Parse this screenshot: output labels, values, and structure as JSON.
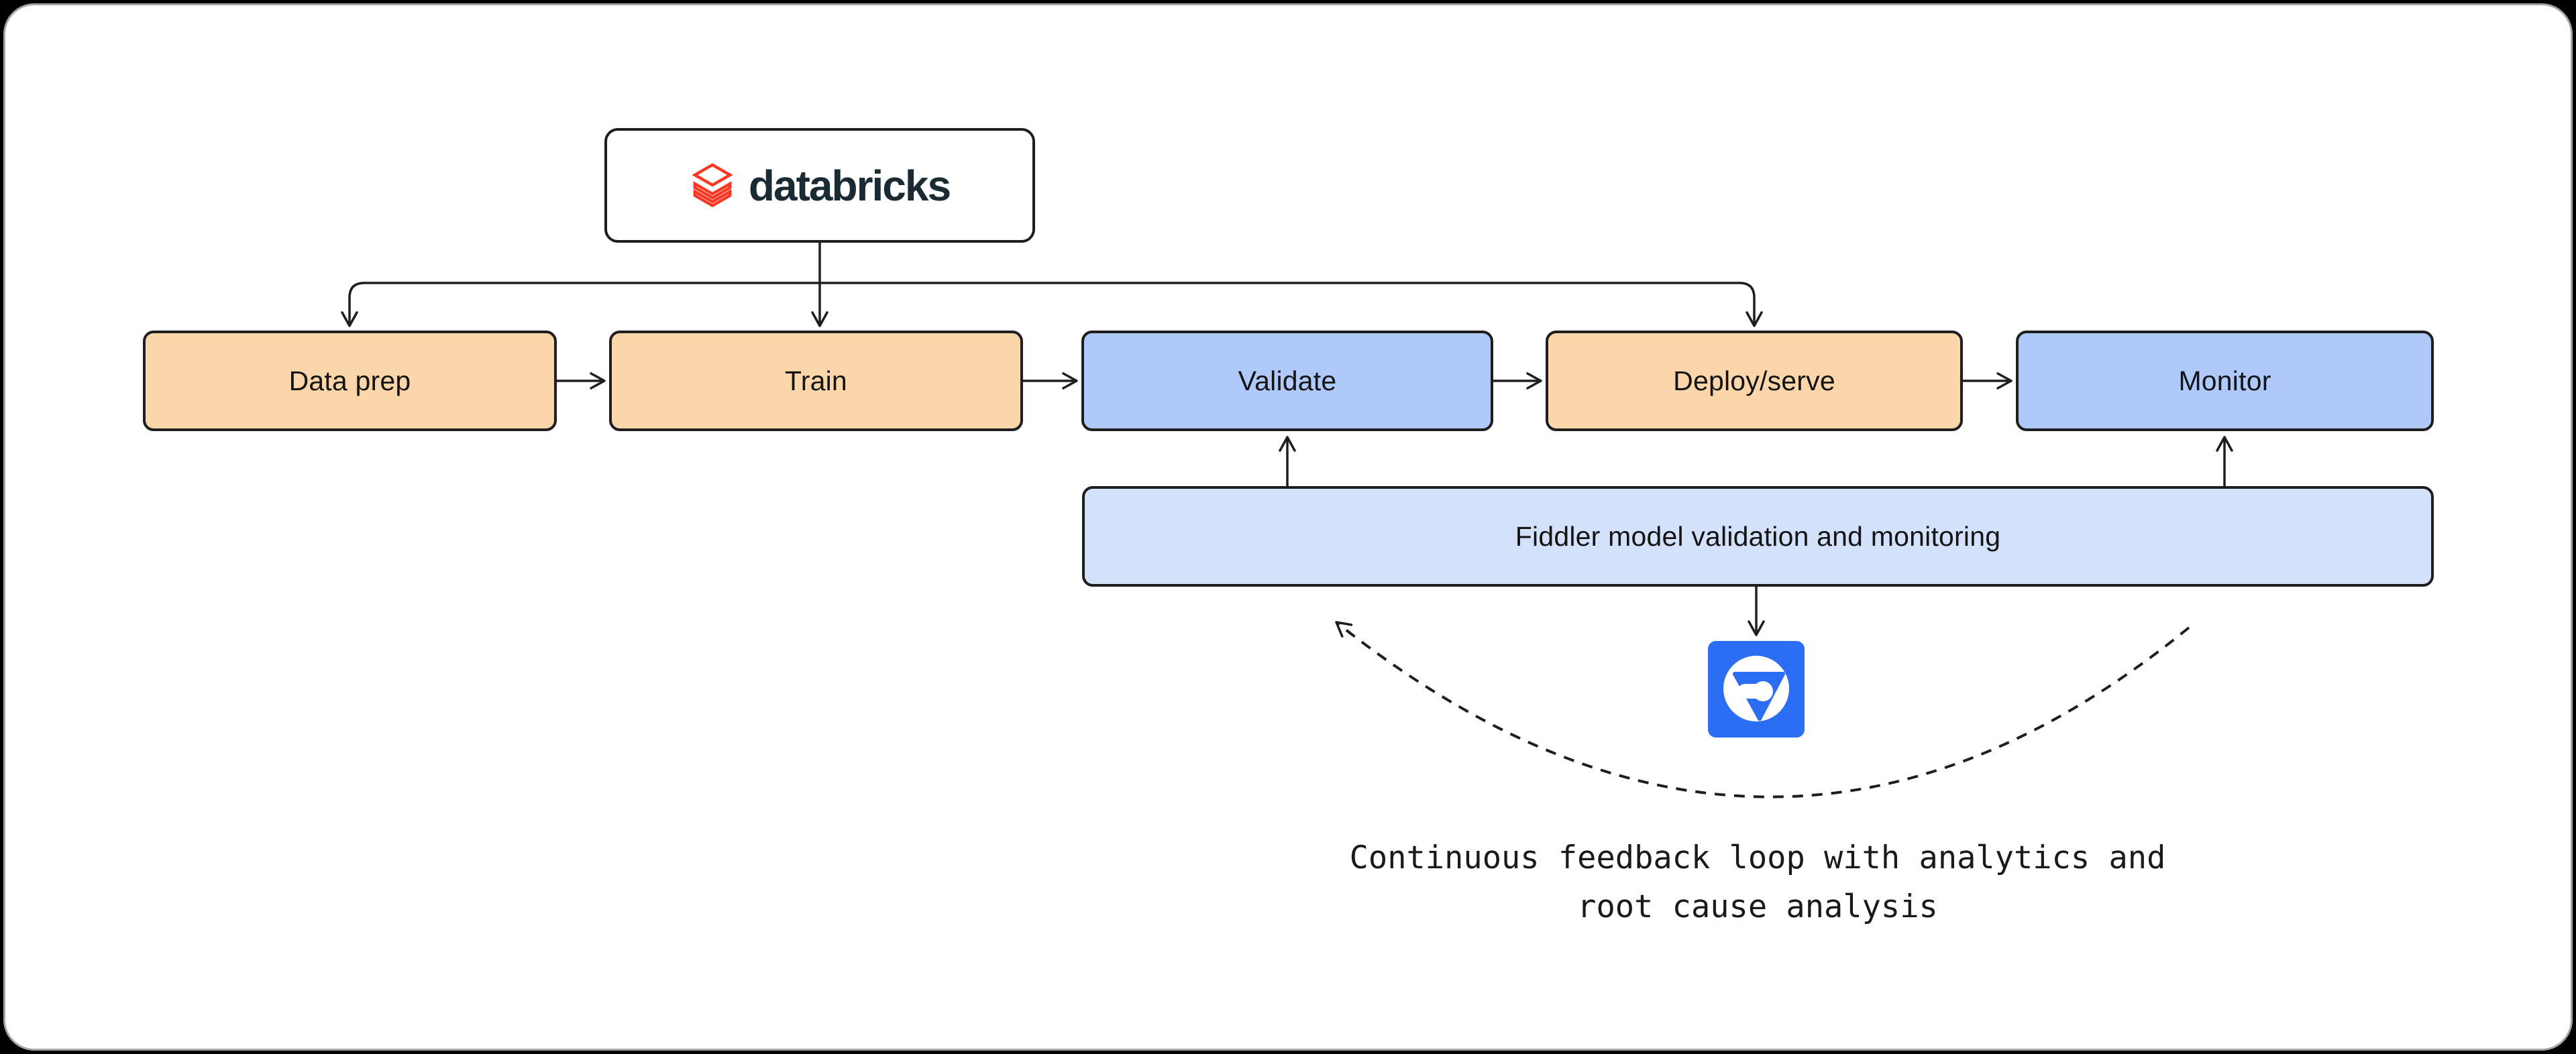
{
  "canvas": {
    "background": "#000000",
    "card_fill": "#ffffff",
    "card_border": "#a5a5ad"
  },
  "brand_node": {
    "label": "databricks",
    "logo_icon": "databricks-stack-icon",
    "logo_color": "#FF3621",
    "text_color": "#1b2b33"
  },
  "stages": [
    {
      "label": "Data prep",
      "fill": "#fbd6ab"
    },
    {
      "label": "Train",
      "fill": "#fbd6ab"
    },
    {
      "label": "Validate",
      "fill": "#afc9fa"
    },
    {
      "label": "Deploy/serve",
      "fill": "#fbd6ab"
    },
    {
      "label": "Monitor",
      "fill": "#afc9fa"
    }
  ],
  "fiddler_band": {
    "label": "Fiddler model validation and monitoring",
    "fill": "#d4e1fb"
  },
  "fiddler_logo": {
    "name": "fiddler-logo",
    "fill": "#2b6ef3"
  },
  "annotation": {
    "line1": "Continuous feedback loop with analytics and",
    "line2": "root cause analysis"
  },
  "connectors": {
    "color": "#1e1e1e",
    "style_solid": "solid",
    "style_feedback": "dashed"
  }
}
